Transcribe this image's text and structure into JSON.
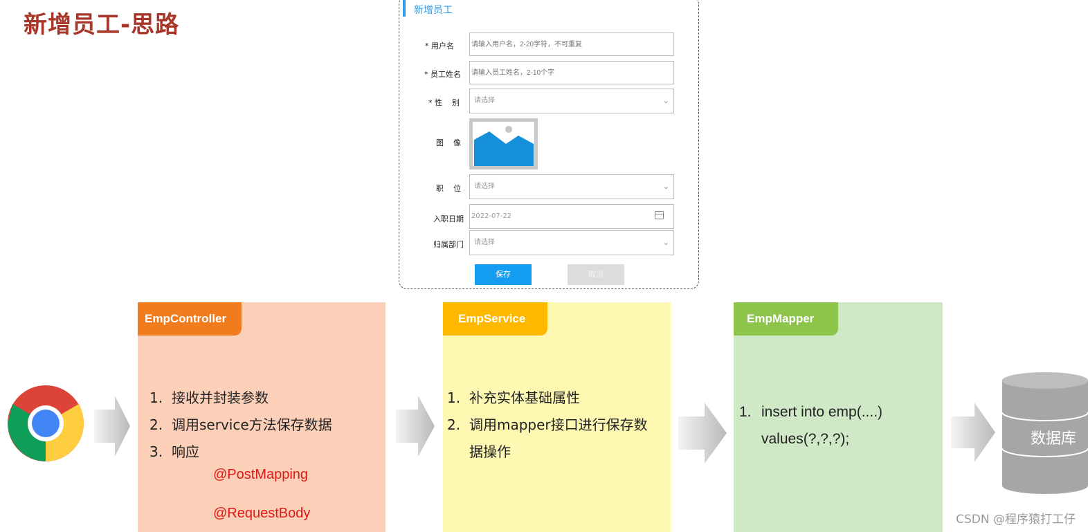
{
  "slide": {
    "title": "新增员工-思路"
  },
  "form": {
    "title": "新增员工",
    "fields": {
      "username": {
        "label": "* 用户名",
        "placeholder": "请输入用户名，2-20字符，不可重复"
      },
      "name": {
        "label": "* 员工姓名",
        "placeholder": "请输入员工姓名，2-10个字"
      },
      "gender": {
        "label": "* 性    别",
        "placeholder": "请选择"
      },
      "image": {
        "label": "图    像"
      },
      "job": {
        "label": "职    位",
        "placeholder": "请选择"
      },
      "entry_date": {
        "label": "入职日期",
        "value": "2022-07-22"
      },
      "dept": {
        "label": "归属部门",
        "placeholder": "请选择"
      }
    },
    "save_label": "保存",
    "cancel_label": "取消"
  },
  "layers": {
    "controller": {
      "name": "EmpController",
      "steps": [
        "1.",
        "接收并封装参数",
        "2.",
        "调用service方法保存数据",
        "3.",
        "响应"
      ],
      "annotations": [
        "@PostMapping",
        "@RequestBody"
      ],
      "tab_color": "#f07c1e",
      "bg_color": "#fccfb8"
    },
    "service": {
      "name": "EmpService",
      "steps": [
        "1.",
        "补充实体基础属性",
        "2.",
        "调用mapper接口进行保存数",
        "据操作"
      ],
      "tab_color": "#ffb800",
      "bg_color": "#fff8b2"
    },
    "mapper": {
      "name": "EmpMapper",
      "steps": [
        "1.",
        "insert into emp(....)",
        "values(?,?,?);"
      ],
      "tab_color": "#8dc44a",
      "bg_color": "#cfe9c6"
    }
  },
  "database": {
    "label": "数据库"
  },
  "watermark": "CSDN @程序猿打工仔"
}
